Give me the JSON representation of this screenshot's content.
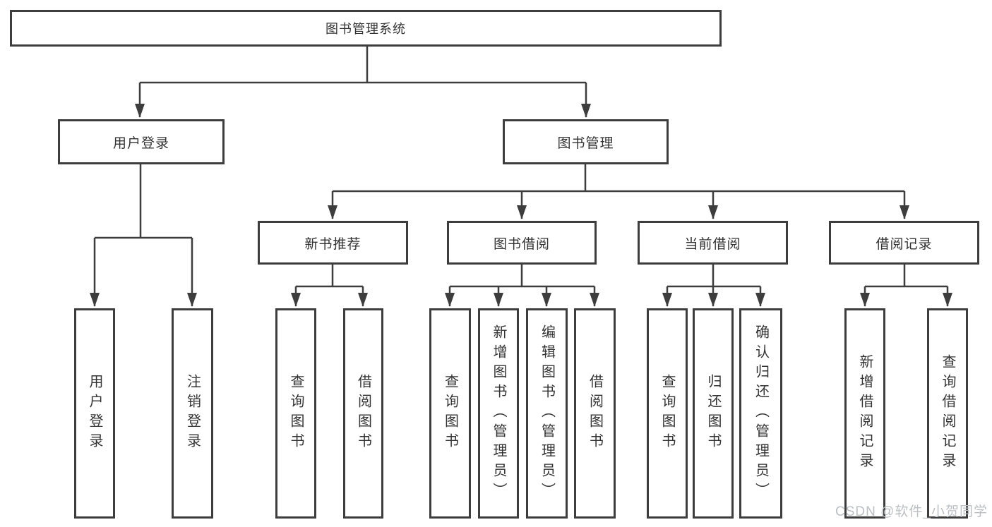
{
  "colors": {
    "line": "#3d3d3d",
    "box_border": "#3d3d3d",
    "text": "#333333",
    "background": "#ffffff",
    "watermark_text": "#bcc0c4"
  },
  "diagram": {
    "tree": {
      "label": "图书管理系统",
      "children": [
        {
          "label": "用户登录",
          "children": [
            {
              "label": "用户登录"
            },
            {
              "label": "注销登录"
            }
          ]
        },
        {
          "label": "图书管理",
          "children": [
            {
              "label": "新书推荐",
              "children": [
                {
                  "label": "查询图书"
                },
                {
                  "label": "借阅图书"
                }
              ]
            },
            {
              "label": "图书借阅",
              "children": [
                {
                  "label": "查询图书"
                },
                {
                  "label": "新增图书（管理员）"
                },
                {
                  "label": "编辑图书（管理员）"
                },
                {
                  "label": "借阅图书"
                }
              ]
            },
            {
              "label": "当前借阅",
              "children": [
                {
                  "label": "查询图书"
                },
                {
                  "label": "归还图书"
                },
                {
                  "label": "确认归还（管理员）"
                }
              ]
            },
            {
              "label": "借阅记录",
              "children": [
                {
                  "label": "新增借阅记录"
                },
                {
                  "label": "查询借阅记录"
                }
              ]
            }
          ]
        }
      ]
    }
  },
  "watermark": {
    "text": "CSDN @软件_小贺同学"
  }
}
